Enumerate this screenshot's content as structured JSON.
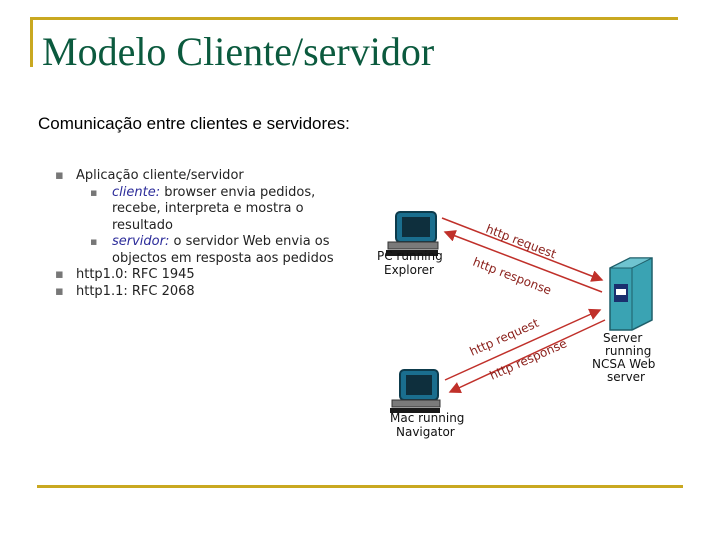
{
  "slide": {
    "title": "Modelo Cliente/servidor",
    "subtitle": "Comunicação entre clientes e servidores:"
  },
  "figure": {
    "bullets": {
      "b1": "Aplicação cliente/servidor",
      "s1_term": "cliente:",
      "s1_text": " browser envia pedidos, recebe, interpreta e mostra o resultado",
      "s2_term": "servidor:",
      "s2_text": " o servidor Web envia os objectos em resposta aos pedidos",
      "b2": "http1.0: RFC 1945",
      "b3": "http1.1: RFC 2068"
    },
    "pc": {
      "line1": "PC running",
      "line2": "Explorer"
    },
    "mac": {
      "line1": "Mac running",
      "line2": "Navigator"
    },
    "server": {
      "line1": "Server",
      "line2": "running",
      "line3": "NCSA Web",
      "line4": "server"
    },
    "arrows": {
      "req_top": "http request",
      "resp_top": "http response",
      "req_bottom": "http request",
      "resp_bottom": "http response"
    },
    "colors": {
      "arrow": "#c0302a",
      "server": "#3aa3b3",
      "monitor": "#1a6e8e"
    }
  }
}
